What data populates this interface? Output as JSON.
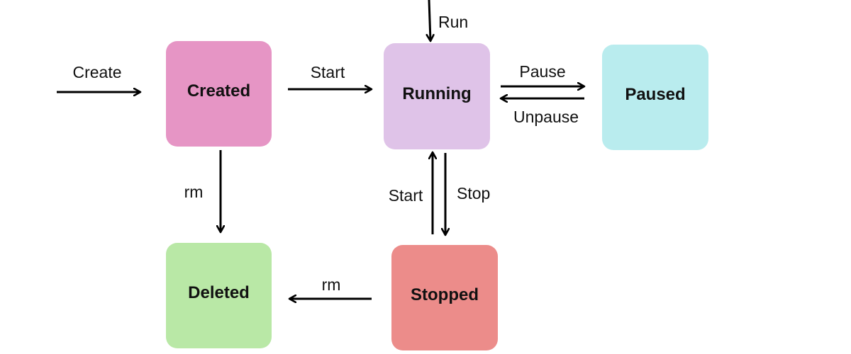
{
  "states": {
    "created": {
      "label": "Created",
      "color": "#e695c5"
    },
    "running": {
      "label": "Running",
      "color": "#dfc3e8"
    },
    "paused": {
      "label": "Paused",
      "color": "#b9ecee"
    },
    "deleted": {
      "label": "Deleted",
      "color": "#b9e8a6"
    },
    "stopped": {
      "label": "Stopped",
      "color": "#ec8c8a"
    }
  },
  "transitions": {
    "create": {
      "label": "Create",
      "from": "",
      "to": "Created"
    },
    "run": {
      "label": "Run",
      "from": "",
      "to": "Running"
    },
    "start": {
      "label": "Start",
      "from": "Created",
      "to": "Running"
    },
    "pause": {
      "label": "Pause",
      "from": "Running",
      "to": "Paused"
    },
    "unpause": {
      "label": "Unpause",
      "from": "Paused",
      "to": "Running"
    },
    "rm_created": {
      "label": "rm",
      "from": "Created",
      "to": "Deleted"
    },
    "start_stopped": {
      "label": "Start",
      "from": "Stopped",
      "to": "Running"
    },
    "stop": {
      "label": "Stop",
      "from": "Running",
      "to": "Stopped"
    },
    "rm_stopped": {
      "label": "rm",
      "from": "Stopped",
      "to": "Deleted"
    }
  },
  "edge_color": "#000000"
}
